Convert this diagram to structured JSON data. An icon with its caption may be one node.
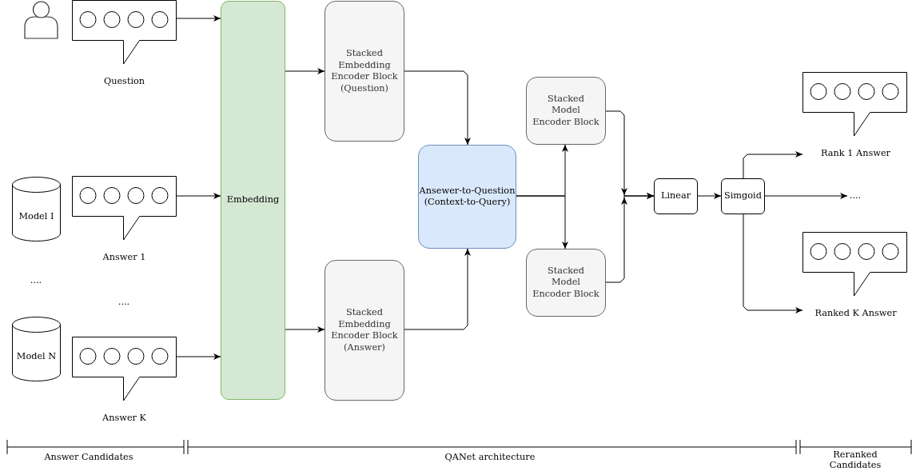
{
  "diagram": {
    "nodes": [
      {
        "text": [],
        "shape": "person"
      },
      {
        "text": [
          "Question"
        ]
      },
      {
        "text": [
          "Model I"
        ]
      },
      {
        "text": [
          "Answer 1"
        ]
      },
      {
        "text": [
          "Model N"
        ]
      },
      {
        "text": [
          "Answer K"
        ]
      },
      {
        "text": [
          "Embedding"
        ]
      },
      {
        "text": [
          "Stacked Embedding Encoder Block (Question)"
        ]
      },
      {
        "text": [
          "Stacked Embedding Encoder Block (Answer)"
        ]
      },
      {
        "text": [
          "Ansewer-to-Question (Context-to-Query)"
        ]
      },
      {
        "text": [
          "Stacked Model Encoder Block"
        ]
      },
      {
        "text": [
          "Stacked Model Encoder Block"
        ]
      },
      {
        "text": [
          "Linear"
        ]
      },
      {
        "text": [
          "Simgoid"
        ]
      },
      {
        "text": [
          "Rank 1 Answer"
        ]
      },
      {
        "text": [
          "...."
        ]
      },
      {
        "text": [
          "Ranked K Answer"
        ]
      }
    ],
    "edges": [
      {
        "from": 1,
        "to": 6,
        "arrow": "to"
      },
      {
        "from": 3,
        "to": 6,
        "arrow": "to"
      },
      {
        "from": 5,
        "to": 6,
        "arrow": "to"
      },
      {
        "from": 6,
        "to": 7,
        "arrow": "to"
      },
      {
        "from": 6,
        "to": 8,
        "arrow": "to"
      },
      {
        "from": 7,
        "to": 9,
        "arrow": "to"
      },
      {
        "from": 8,
        "to": 9,
        "arrow": "to"
      },
      {
        "from": 9,
        "to": 10,
        "arrow": "to"
      },
      {
        "from": 9,
        "to": 11,
        "arrow": "to"
      },
      {
        "from": 10,
        "to": 12,
        "arrow": "to"
      },
      {
        "from": 11,
        "to": 12,
        "arrow": "to"
      },
      {
        "from": 12,
        "to": 13,
        "arrow": "to"
      },
      {
        "from": 13,
        "to": 14,
        "arrow": "to"
      },
      {
        "from": 13,
        "to": 15,
        "arrow": "to"
      },
      {
        "from": 13,
        "to": 16,
        "arrow": "to"
      }
    ],
    "labels": [
      "....",
      "....",
      "Answer Candidates",
      "QANet architecture",
      "Reranked Candidates"
    ]
  }
}
